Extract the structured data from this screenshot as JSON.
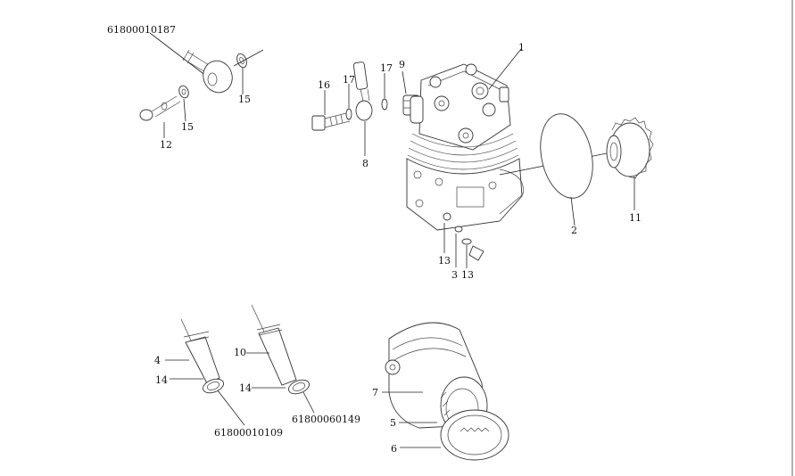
{
  "diagram": {
    "part_numbers": {
      "top_left": "61800010187",
      "bottom_left": "61800010109",
      "bottom_middle": "61800060149"
    },
    "callouts": {
      "c1": "1",
      "c2": "2",
      "c3": "3",
      "c4": "4",
      "c5": "5",
      "c6": "6",
      "c7": "7",
      "c8": "8",
      "c9": "9",
      "c10": "10",
      "c11": "11",
      "c12": "12",
      "c13a": "13",
      "c13b": "13",
      "c14a": "14",
      "c14b": "14",
      "c15a": "15",
      "c15b": "15",
      "c16": "16",
      "c17a": "17",
      "c17b": "17"
    }
  }
}
